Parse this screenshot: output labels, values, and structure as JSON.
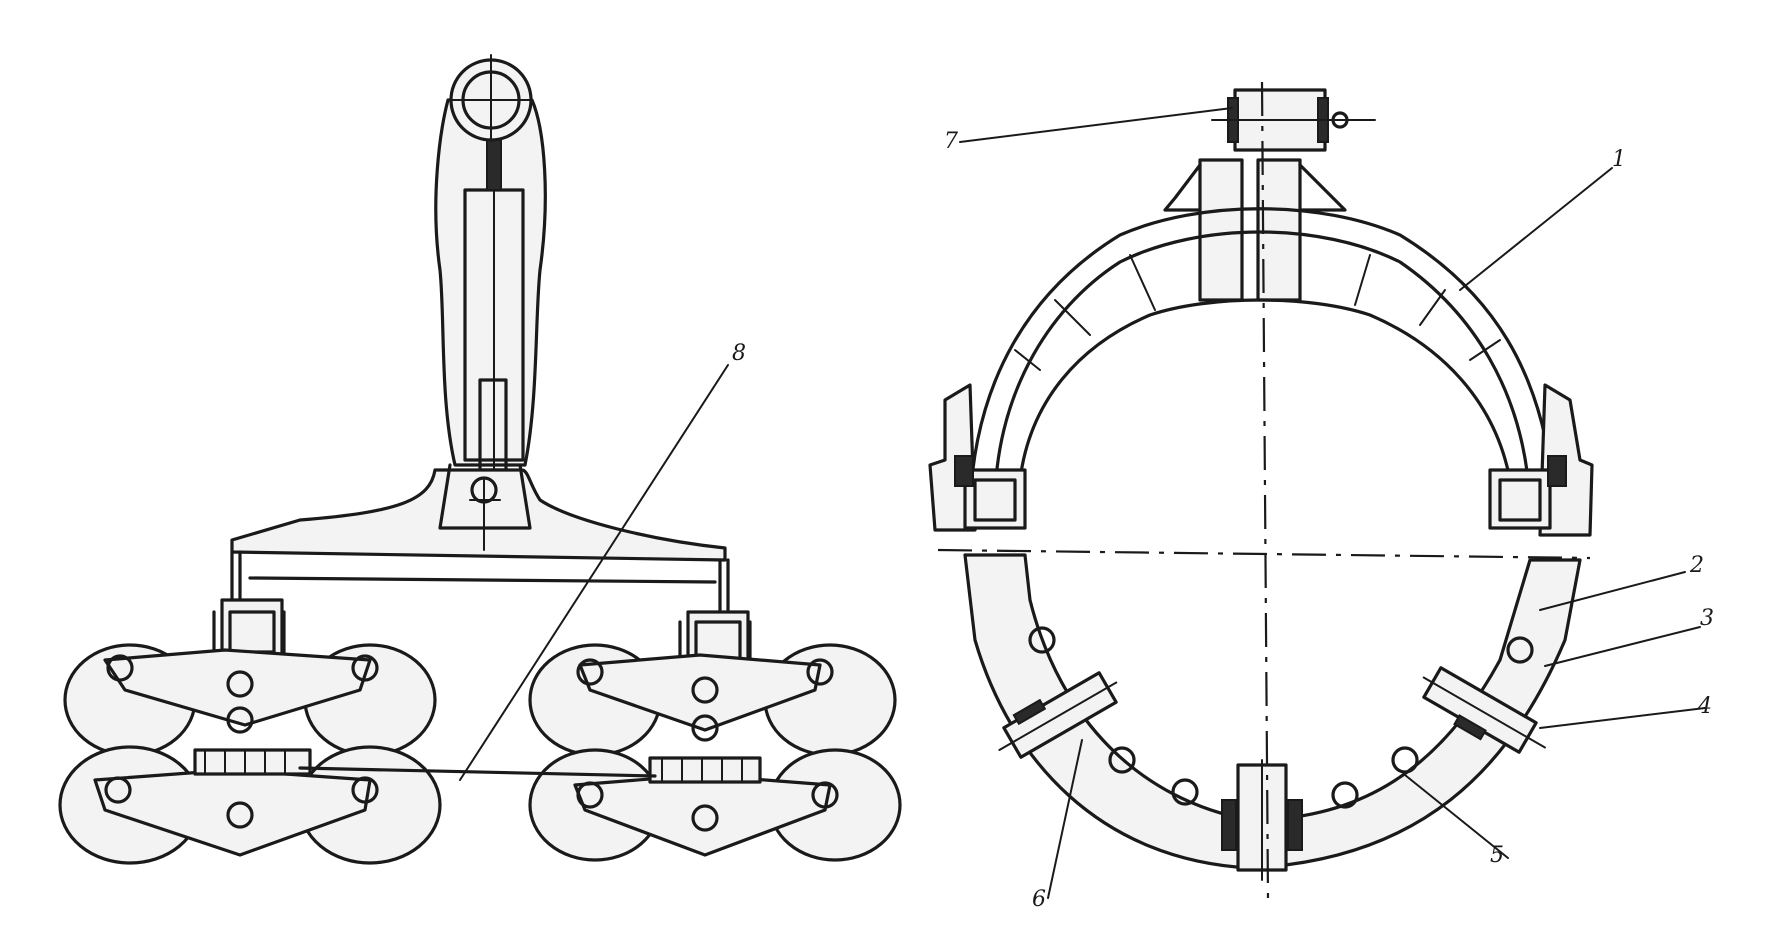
{
  "figure": {
    "background": "#ffffff",
    "ink": "#1a1a1a",
    "left_view": {
      "name": "side-view-trolley-assembly"
    },
    "right_view": {
      "name": "front-view-ring-clamp"
    }
  },
  "callouts": {
    "l1": "1",
    "l2": "2",
    "l3": "3",
    "l4": "4",
    "l5": "5",
    "l6": "6",
    "l7": "7",
    "l8": "8"
  }
}
